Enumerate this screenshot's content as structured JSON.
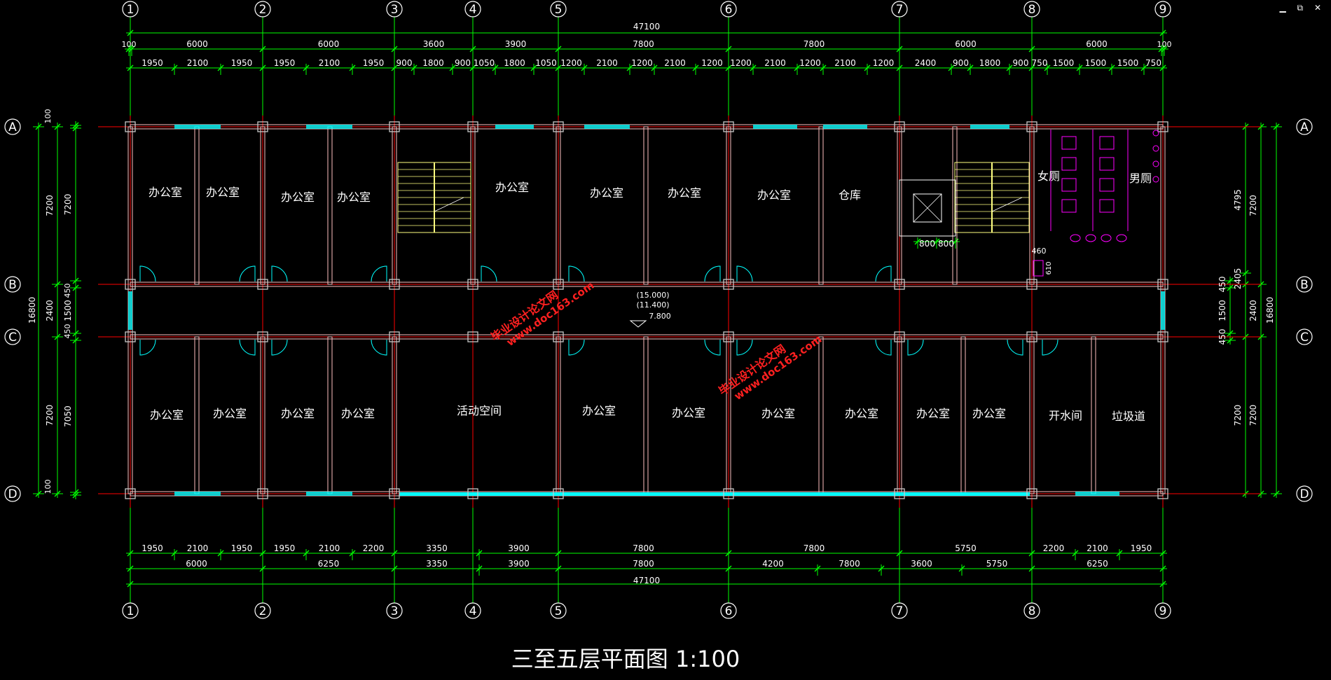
{
  "window_controls": {
    "minimize": "▁",
    "restore": "⧉",
    "close": "✕"
  },
  "colors": {
    "background": "#000000",
    "dimension": "#00ff00",
    "dimension_text": "#ffffff",
    "axis_line": "#ff0000",
    "axis_bubble": "#ffffff",
    "wall": "#ffc0c0",
    "window": "#00ffff",
    "door": "#00ffff",
    "column": "#c8c8c8",
    "stair": "#ffff80",
    "fixture": "#ff00ff",
    "watermark": "#ff2020"
  },
  "axes": {
    "vertical": [
      "1",
      "2",
      "3",
      "4",
      "5",
      "6",
      "7",
      "8",
      "9"
    ],
    "horizontal": [
      "A",
      "B",
      "C",
      "D"
    ]
  },
  "dimensions": {
    "top_total": "47100",
    "top_axis": [
      "100",
      "6000",
      "6000",
      "3600",
      "3900",
      "7800",
      "7800",
      "6000",
      "6000",
      "100"
    ],
    "top_detail": [
      "1950",
      "2100",
      "1950",
      "1950",
      "2100",
      "1950",
      "900",
      "1800",
      "900",
      "1050",
      "1800",
      "1050",
      "1200",
      "2100",
      "1200",
      "2100",
      "1200",
      "1200",
      "2100",
      "1200",
      "2100",
      "1200",
      "2400",
      "900",
      "1800",
      "900",
      "750",
      "1500",
      "1500",
      "1500",
      "750"
    ],
    "bottom_detail": [
      "1950",
      "2100",
      "1950",
      "1950",
      "2100",
      "2200",
      "3350",
      "3900",
      "7800",
      "7800",
      "5750",
      "2200",
      "2100",
      "1950"
    ],
    "bottom_axis": [
      "6000",
      "6250",
      "3350",
      "3900",
      "7800",
      "4200",
      "7800",
      "3600",
      "5750",
      "6250"
    ],
    "bottom_total": "47100",
    "left_total": "16800",
    "left_axis": [
      "7200",
      "2400",
      "7200"
    ],
    "left_detail": [
      "100",
      "7200",
      "450",
      "1500",
      "450",
      "7050",
      "100"
    ],
    "right_total": "16800",
    "right_axis": [
      "7200",
      "2400",
      "7200"
    ],
    "right_detail": [
      "4795",
      "2405",
      "450",
      "1500",
      "450",
      "7200"
    ],
    "elevator": [
      "800",
      "800"
    ],
    "small_460": "460",
    "small_610": "610"
  },
  "level_mark": {
    "line1": "(15.000)",
    "line2": "(11.400)",
    "line3": "7.800"
  },
  "rooms": {
    "north": [
      "办公室",
      "办公室",
      "办公室",
      "办公室",
      "办公室",
      "办公室",
      "办公室",
      "办公室",
      "仓库",
      "女厕",
      "男厕"
    ],
    "south": [
      "办公室",
      "办公室",
      "办公室",
      "办公室",
      "活动空间",
      "办公室",
      "办公室",
      "办公室",
      "办公室",
      "办公室",
      "办公室",
      "开水间",
      "垃圾道"
    ]
  },
  "watermarks": [
    {
      "line1": "毕业设计论文网",
      "line2": "www.doc163.com"
    },
    {
      "line1": "毕业设计论文网",
      "line2": "www.doc163.com"
    }
  ],
  "title": "三至五层平面图 1:100"
}
